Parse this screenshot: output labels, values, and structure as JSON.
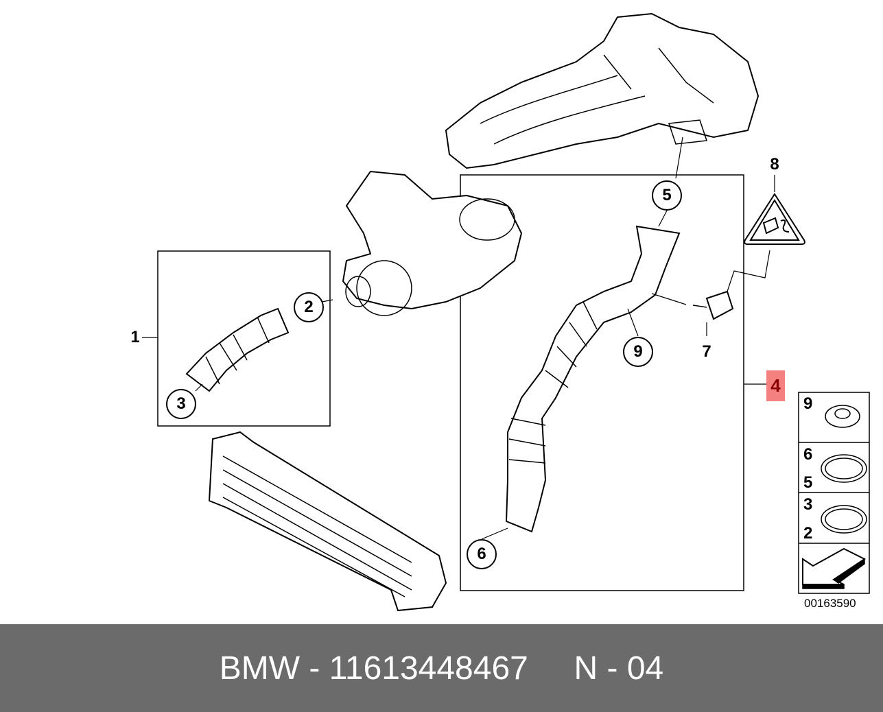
{
  "diagram": {
    "callouts": {
      "c1": "1",
      "c2": "2",
      "c3": "3",
      "c4": "4",
      "c5": "5",
      "c6": "6",
      "c7": "7",
      "c8": "8",
      "c9": "9"
    },
    "legend": {
      "row1": [
        "9"
      ],
      "row2": [
        "6",
        "5"
      ],
      "row3": [
        "3",
        "2"
      ]
    },
    "diagram_code": "00163590",
    "highlight_color": "#f48080"
  },
  "footer": {
    "text": "BMW - 11613448467     N - 04"
  }
}
